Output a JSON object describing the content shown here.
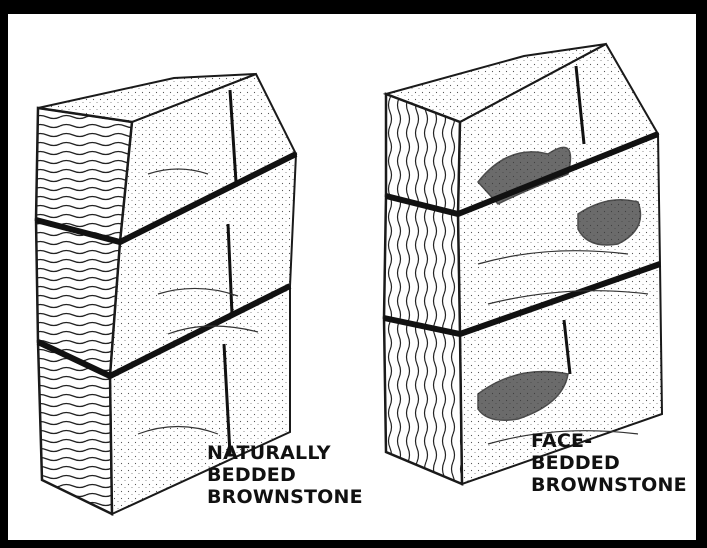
{
  "labels": {
    "naturally_bedded": [
      "NATURALLY",
      "BEDDED",
      "BROWNSTONE"
    ],
    "face_bedded": [
      "FACE-",
      "BEDDED",
      "BROWNSTONE"
    ]
  },
  "colors": {
    "frame_border": "#000000",
    "background": "#ffffff",
    "ink": "#1a1a1a"
  }
}
